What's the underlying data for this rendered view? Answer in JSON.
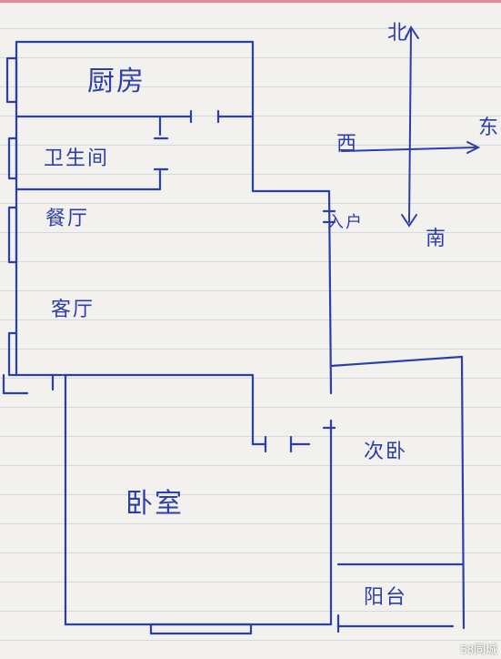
{
  "rooms": {
    "kitchen": "厨房",
    "bathroom": "卫生间",
    "dining": "餐厅",
    "living": "客厅",
    "entrance": "入户",
    "bedroom": "卧室",
    "second_bedroom": "次卧",
    "balcony": "阳台"
  },
  "compass": {
    "north": "北",
    "south": "南",
    "east": "东",
    "west": "西"
  },
  "watermark": "58同城",
  "colors": {
    "ink": "#2c3ea8",
    "paper": "#f3f1ee",
    "rule": "#9aaad2",
    "margin": "#e48a9b"
  }
}
